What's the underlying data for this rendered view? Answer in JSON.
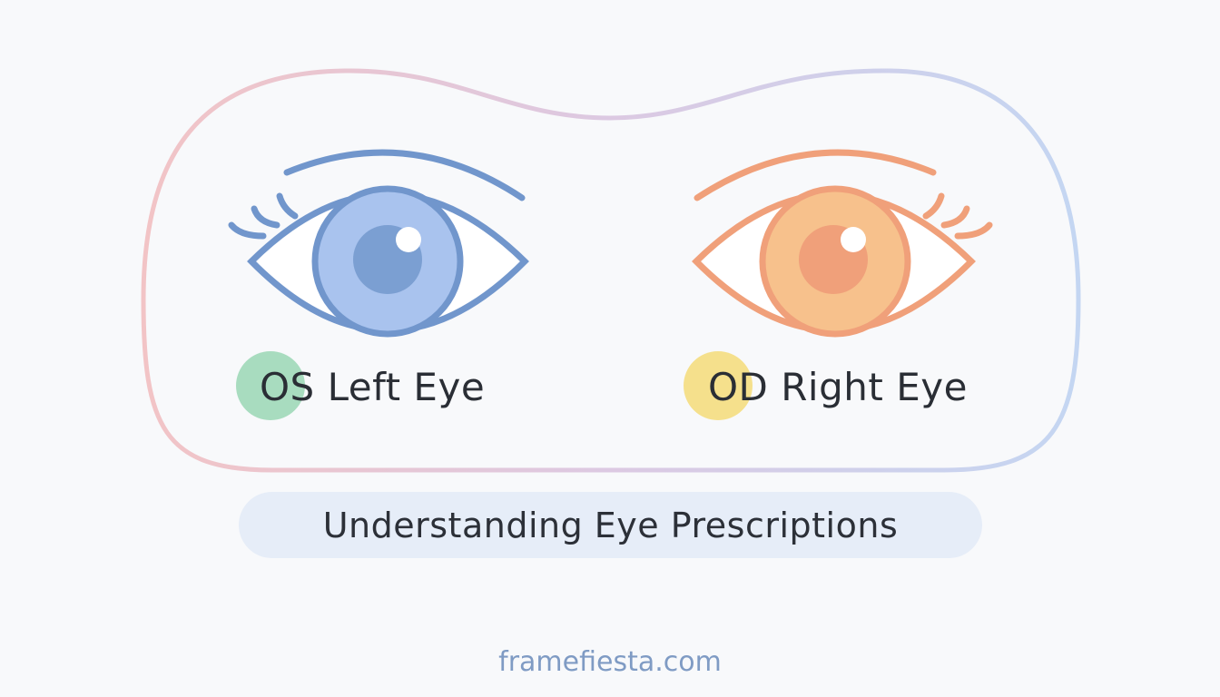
{
  "left_eye": {
    "label": "OS Left Eye",
    "iris_color": "#a9c3ee",
    "line_color": "#7196cc",
    "dot_color": "#a8dcbf"
  },
  "right_eye": {
    "label": "OD Right Eye",
    "iris_color": "#f7c18c",
    "line_color": "#f0a07a",
    "dot_color": "#f5e08c"
  },
  "title": "Understanding Eye Prescriptions",
  "footer": "framefiesta.com"
}
